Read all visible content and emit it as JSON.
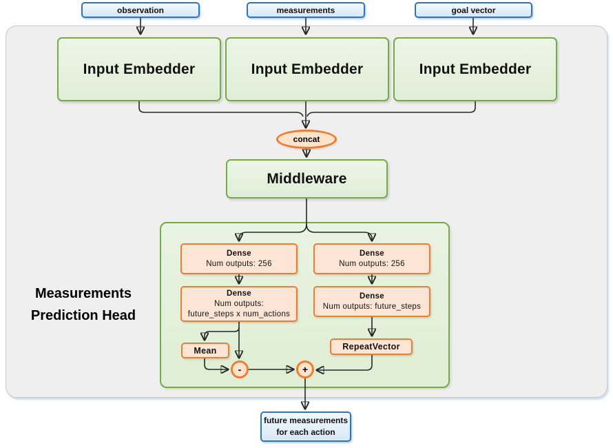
{
  "inputs": [
    {
      "label": "observation"
    },
    {
      "label": "measurements"
    },
    {
      "label": "goal vector"
    }
  ],
  "embedders": [
    {
      "label": "Input Embedder"
    },
    {
      "label": "Input Embedder"
    },
    {
      "label": "Input Embedder"
    }
  ],
  "concat": {
    "label": "concat"
  },
  "middleware": {
    "label": "Middleware"
  },
  "head": {
    "title_line1": "Measurements",
    "title_line2": "Prediction Head",
    "left_branch": {
      "dense1": {
        "title": "Dense",
        "subtitle": "Num outputs: 256"
      },
      "dense2": {
        "title": "Dense",
        "subtitle_line1": "Num outputs:",
        "subtitle_line2": "future_steps x num_actions"
      },
      "mean_label": "Mean",
      "operator": "-"
    },
    "right_branch": {
      "dense1": {
        "title": "Dense",
        "subtitle": "Num outputs: 256"
      },
      "dense2": {
        "title": "Dense",
        "subtitle": "Num outputs: future_steps"
      },
      "repeat_vector_label": "RepeatVector",
      "operator": "+"
    }
  },
  "output": {
    "label_line1": "future measurements",
    "label_line2": "for each action"
  },
  "colors": {
    "blue_border": "#2e75b6",
    "blue_fill": "#dce9f5",
    "green_border": "#70ad47",
    "green_fill": "#e5f0dc",
    "orange_border": "#ed7d31",
    "orange_fill": "#fce5d5",
    "panel_fill": "#efefef",
    "wire": "#262626"
  }
}
